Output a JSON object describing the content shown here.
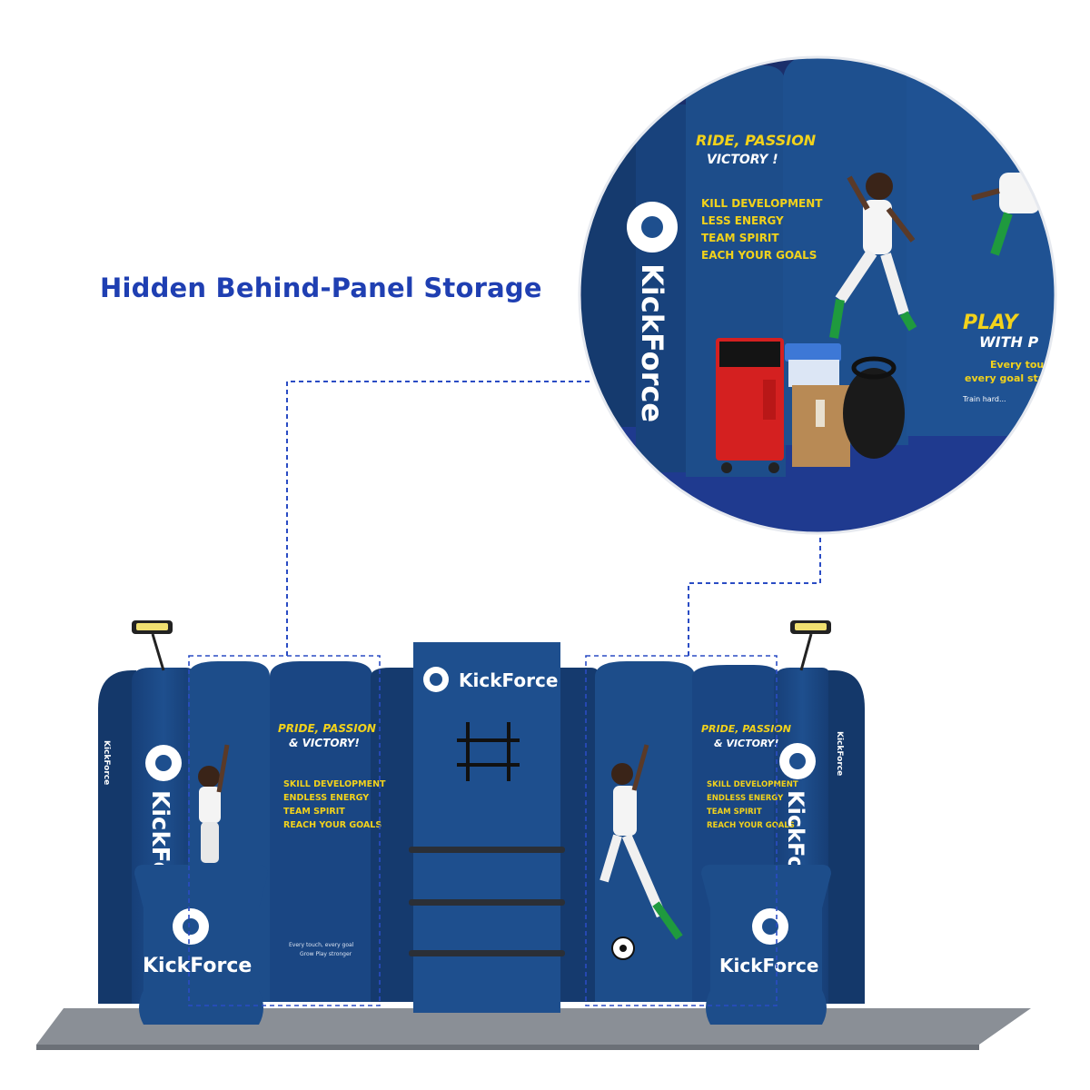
{
  "headline": "Hidden Behind-Panel Storage",
  "brand": "KickForce",
  "slogan": {
    "line1": "PRIDE, PASSION",
    "line2": "& VICTORY!"
  },
  "bullets": [
    "SKILL DEVELOPMENT",
    "ENDLESS ENERGY",
    "TEAM SPIRIT",
    "REACH YOUR GOALS"
  ],
  "zoom": {
    "slogan_line1": "RIDE, PASSION",
    "slogan_line2": "VICTORY !",
    "bullets": [
      "KILL DEVELOPMENT",
      "LESS ENERGY",
      "TEAM SPIRIT",
      "EACH YOUR GOALS"
    ],
    "play_line1": "PLAY",
    "play_line2": "WITH P",
    "tag_line1": "Every touch,",
    "tag_line2": "every goal starts",
    "small_line": "Train hard..."
  },
  "small_print": {
    "line1": "Every touch, every goal",
    "line2": "Grow Play stronger"
  },
  "colors": {
    "booth_blue": "#1c4a86",
    "booth_dark": "#153a6e",
    "accent_yellow": "#f2d21b",
    "headline_blue": "#1f3fb2",
    "dash_blue": "#2a4cc4",
    "floor_gray": "#8a8f96"
  }
}
